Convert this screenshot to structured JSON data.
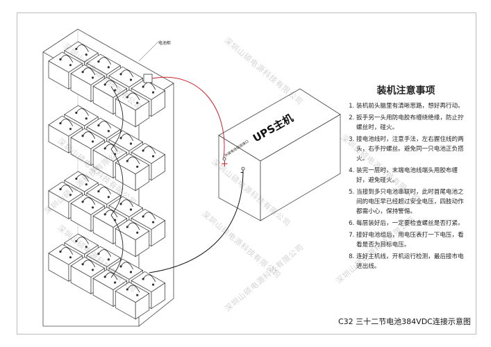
{
  "cabinet_label": "电池柜",
  "ups": {
    "title": "UPS主机",
    "port_label": "外接电池组连接口",
    "plus": "+",
    "minus": "-"
  },
  "notes": {
    "title": "装机注意事项",
    "items": [
      "装机前头脑里有清晰思路，想好再行动。",
      "扳手另一头用防电胶布缠绕绝缘，防止拧螺丝时，碰火。",
      "接电池线时，注意手法，左右握住线的两头，右手拧螺丝。避免同一只电池正负搭火。",
      "装完一层时，末端电池线端头用胶布缠好，避免碰火。",
      "当接到多只电池串联时，此时首尾电池之间的电压早已经超过安全电压，四肢动作都需小心，保持警惕。",
      "每层装好后，一定要检查螺丝是否打紧。",
      "接好电池组后，用电压表打一下电压，看看是否为目标电压。",
      "连好主机线，开机运行检测，最后接市电进出线。"
    ]
  },
  "caption": "C32 三十二节电池384VDC连接示意图",
  "watermark": "深圳山硕电源科技有限公司",
  "colors": {
    "positive_wire": "#d0202a",
    "negative_wire": "#111111"
  }
}
